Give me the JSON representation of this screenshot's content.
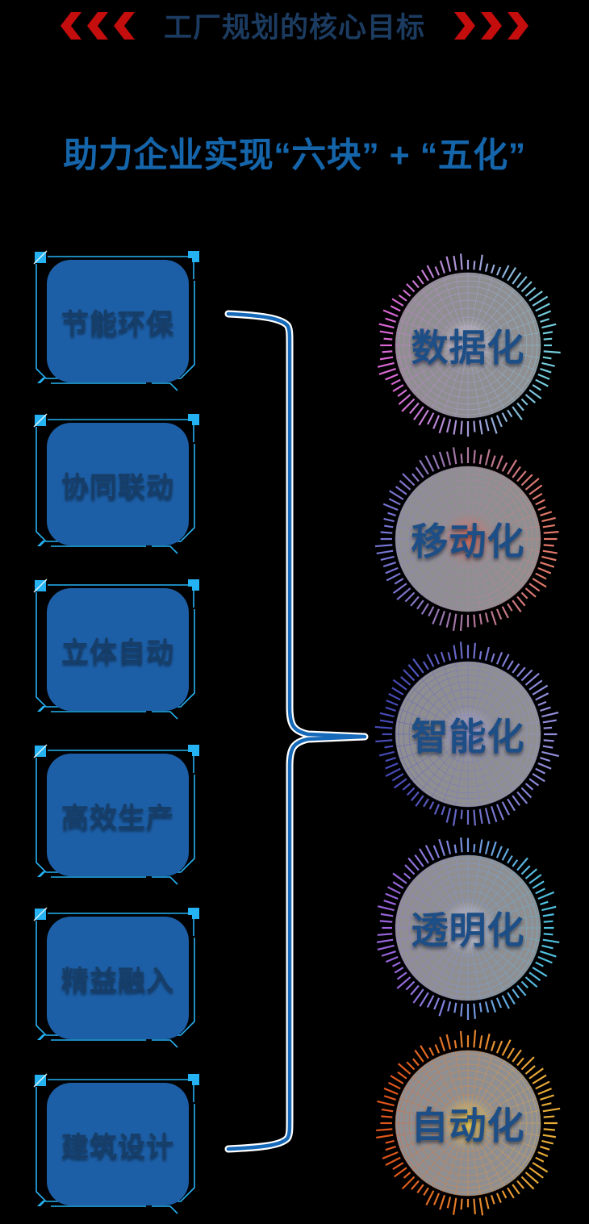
{
  "page": {
    "background": "#000000"
  },
  "header": {
    "title": "工厂规划的核心目标",
    "title_color": "#1c3b60",
    "chevron_color": "#c40d0d"
  },
  "subtitle": {
    "text": "助力企业实现“六块” + “五化”",
    "color": "#1565ab"
  },
  "blocks": {
    "frame_color": "#25b2f2",
    "fill_color": "#1d5fa7",
    "label_color": "#173e68",
    "items": [
      {
        "label": "节能环保"
      },
      {
        "label": "协同联动"
      },
      {
        "label": "立体自动"
      },
      {
        "label": "高效生产"
      },
      {
        "label": "精益融入"
      },
      {
        "label": "建筑设计"
      }
    ]
  },
  "brace": {
    "color": "#1569b8"
  },
  "spheres": {
    "label_color": "#1d4e86",
    "body_color": "#9b9b9e",
    "items": [
      {
        "label": "数据化",
        "left_color": "#e66ee0",
        "right_color": "#7ad9e8",
        "glow_color": "#f6e9f6"
      },
      {
        "label": "移动化",
        "left_color": "#7d7ce0",
        "right_color": "#ef8070",
        "glow_color": "#d96a55"
      },
      {
        "label": "智能化",
        "left_color": "#4a4ec0",
        "right_color": "#9a97e8",
        "glow_color": "#b9b3ef"
      },
      {
        "label": "透明化",
        "left_color": "#a36ae8",
        "right_color": "#55cdec",
        "glow_color": "#e9e2f4"
      },
      {
        "label": "自动化",
        "left_color": "#ee5b1e",
        "right_color": "#f6b73c",
        "glow_color": "#ffd84f"
      }
    ]
  }
}
